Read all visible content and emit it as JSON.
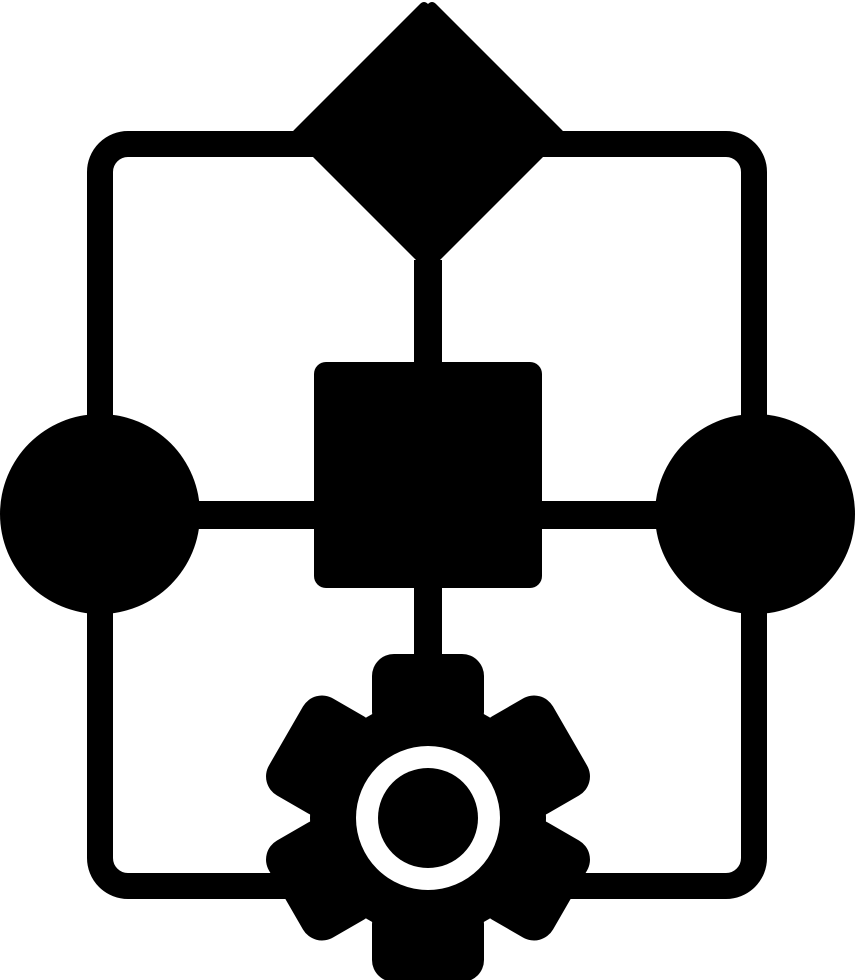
{
  "icon": {
    "name": "workflow-process-icon",
    "style": "glyph",
    "fill_color": "#000000",
    "background_color": "#ffffff",
    "parts": [
      "rounded-frame",
      "decision-diamond",
      "process-square",
      "left-node-circle",
      "right-node-circle",
      "gear-icon"
    ]
  }
}
